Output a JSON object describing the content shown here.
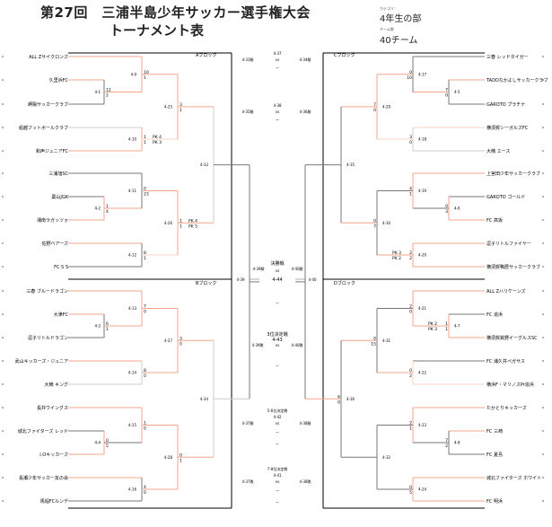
{
  "header": {
    "title": "第27回　三浦半島少年サッカー選手権大会",
    "subtitle": "トーナメント表",
    "category_label": "カテゴリ：",
    "category_value": "4年生の部",
    "teams_label": "チーム数",
    "teams_value": "40チーム"
  },
  "colors": {
    "win": "#f3a68c",
    "win_light": "#f8d3c6",
    "lose": "#777777",
    "lose_light": "#cccccc",
    "frame": "#000000"
  },
  "blocks": {
    "A": "Aブロック",
    "B": "Bブロック",
    "C": "Cブロック",
    "D": "Dブロック"
  },
  "left_teams": [
    {
      "name": "ALL Zサイクロンズ"
    },
    {
      "name": "久里浜FC"
    },
    {
      "name": "岬陽サッカークラブ"
    },
    {
      "name": "船越フットボールクラブ"
    },
    {
      "name": "和声ジュニアFC"
    },
    {
      "name": "三浦旭SC"
    },
    {
      "name": "葉山JGK"
    },
    {
      "name": "湘南ラガッツォ"
    },
    {
      "name": "佐野ベアーズ"
    },
    {
      "name": "FC S S"
    },
    {
      "name": "三春 ブルードラゴン"
    },
    {
      "name": "大津FC"
    },
    {
      "name": "逗子リトルドラゴン"
    },
    {
      "name": "武山キッカーズ・ジュニア"
    },
    {
      "name": "大楠 キング"
    },
    {
      "name": "長井ウイングス"
    },
    {
      "name": "城北ファイターズ レッド"
    },
    {
      "name": "I.Oキッカーズ"
    },
    {
      "name": "長瀬少年サッカー友の会"
    },
    {
      "name": "馬堀FCルンデ"
    }
  ],
  "right_teams": [
    {
      "name": "三春 レッドタイガー"
    },
    {
      "name": "TADOなかよしサッカークラブ"
    },
    {
      "name": "GAROTO プラチナ"
    },
    {
      "name": "横須賀シーガルズFC"
    },
    {
      "name": "大楠 エース"
    },
    {
      "name": "上宮田少年サッカークラブ"
    },
    {
      "name": "GAROTO ゴールド"
    },
    {
      "name": "FC 高坂"
    },
    {
      "name": "逗子リトルファイヤー"
    },
    {
      "name": "横須賀鴨居サッカークラブ"
    },
    {
      "name": "ALL Zハリケーンズ"
    },
    {
      "name": "FC 追浜"
    },
    {
      "name": "横須賀鉄野イーグルスSC"
    },
    {
      "name": "FC 浦久井ペガサス"
    },
    {
      "name": "横浜F・マリノスPr追浜"
    },
    {
      "name": "たかとりキッカーズ"
    },
    {
      "name": "FC 三崎"
    },
    {
      "name": "FC 夏島"
    },
    {
      "name": "城北ファイターズ ホワイト"
    },
    {
      "name": "FC 明浜"
    }
  ],
  "left_matches": [
    {
      "id": "4-1",
      "scores": [
        "12",
        "2"
      ]
    },
    {
      "id": "4-9",
      "scores": [
        "10",
        "1"
      ]
    },
    {
      "id": "4-10",
      "scores": [
        "1",
        "1"
      ],
      "pk": [
        "PK 4",
        "PK 3"
      ]
    },
    {
      "id": "4-25",
      "scores": [
        "3",
        "1"
      ]
    },
    {
      "id": "4-2",
      "scores": [
        "1",
        "4"
      ]
    },
    {
      "id": "4-11",
      "scores": [
        "0",
        "23"
      ]
    },
    {
      "id": "4-12",
      "scores": [
        "8",
        "1"
      ]
    },
    {
      "id": "4-26",
      "scores": [
        "1",
        "1"
      ],
      "pk": [
        "PK 4",
        "PK 5"
      ]
    },
    {
      "id": "4-33",
      "scores": []
    },
    {
      "id": "4-3",
      "scores": [
        "6",
        "1"
      ]
    },
    {
      "id": "4-13",
      "scores": [
        "7",
        "0"
      ]
    },
    {
      "id": "4-14",
      "scores": [
        "8",
        "0"
      ]
    },
    {
      "id": "4-27",
      "scores": [
        "3",
        "0"
      ]
    },
    {
      "id": "4-4",
      "scores": [
        "0",
        "5"
      ]
    },
    {
      "id": "4-15",
      "scores": [
        "1",
        "0"
      ]
    },
    {
      "id": "4-16",
      "scores": [
        "4",
        "0"
      ]
    },
    {
      "id": "4-28",
      "scores": [
        "0",
        "1"
      ]
    },
    {
      "id": "4-34",
      "scores": []
    },
    {
      "id": "4-39",
      "scores": []
    }
  ],
  "right_matches": [
    {
      "id": "4-5",
      "scores": [
        "7",
        "0"
      ]
    },
    {
      "id": "4-17",
      "scores": [
        "0",
        "10"
      ]
    },
    {
      "id": "4-18",
      "scores": [
        "3",
        "0"
      ]
    },
    {
      "id": "4-29",
      "scores": [
        "7",
        "0"
      ]
    },
    {
      "id": "4-6",
      "scores": [
        "0",
        "3"
      ]
    },
    {
      "id": "4-19",
      "scores": [
        "4",
        "1"
      ]
    },
    {
      "id": "4-20",
      "scores": [
        "2",
        "2"
      ],
      "pk": [
        "PK 3",
        "PK 2"
      ]
    },
    {
      "id": "4-30",
      "scores": [
        "0",
        "7"
      ]
    },
    {
      "id": "4-35",
      "scores": []
    },
    {
      "id": "4-7",
      "scores": [
        "1",
        "1"
      ],
      "pk": [
        "PK 2",
        "PK 3"
      ]
    },
    {
      "id": "4-21",
      "scores": [
        "2",
        "0"
      ]
    },
    {
      "id": "4-22",
      "scores": [
        "0",
        "2"
      ]
    },
    {
      "id": "4-31",
      "scores": [
        "0",
        "15"
      ]
    },
    {
      "id": "4-8",
      "scores": [
        "7",
        "2"
      ]
    },
    {
      "id": "4-23",
      "scores": [
        "2",
        "1"
      ]
    },
    {
      "id": "4-24",
      "scores": [
        "0",
        "5"
      ]
    },
    {
      "id": "4-32",
      "scores": []
    },
    {
      "id": "4-36",
      "scores": [
        "6",
        "0"
      ]
    },
    {
      "id": "4-40",
      "scores": []
    }
  ],
  "center": {
    "m37": {
      "id": "4-37",
      "left": "4-33勝",
      "vs": "vs",
      "right": "4-34勝",
      "result": "—"
    },
    "m38": {
      "id": "4-38",
      "left": "4-35勝",
      "vs": "vs",
      "right": "4-36勝",
      "result": "—"
    },
    "final": {
      "title": "決勝戦",
      "left": "4-39勝",
      "vs": "vs",
      "right": "4-40勝",
      "id": "4-44",
      "result": "—"
    },
    "third": {
      "title": "3位決定戦",
      "id": "4-43",
      "left": "4-39敗",
      "vs": "vs",
      "right": "4-40敗",
      "result": "—"
    },
    "fifth": {
      "title": "5-6位決定戦",
      "id": "4-42",
      "left": "4-37勝",
      "vs": "vs",
      "right": "4-38勝",
      "result1": "—",
      "result2": "—"
    },
    "seventh": {
      "title": "7-8位決定戦",
      "id": "4-41",
      "left": "4-37敗",
      "vs": "vs",
      "right": "4-38敗",
      "result1": "—",
      "result2": "—"
    }
  }
}
